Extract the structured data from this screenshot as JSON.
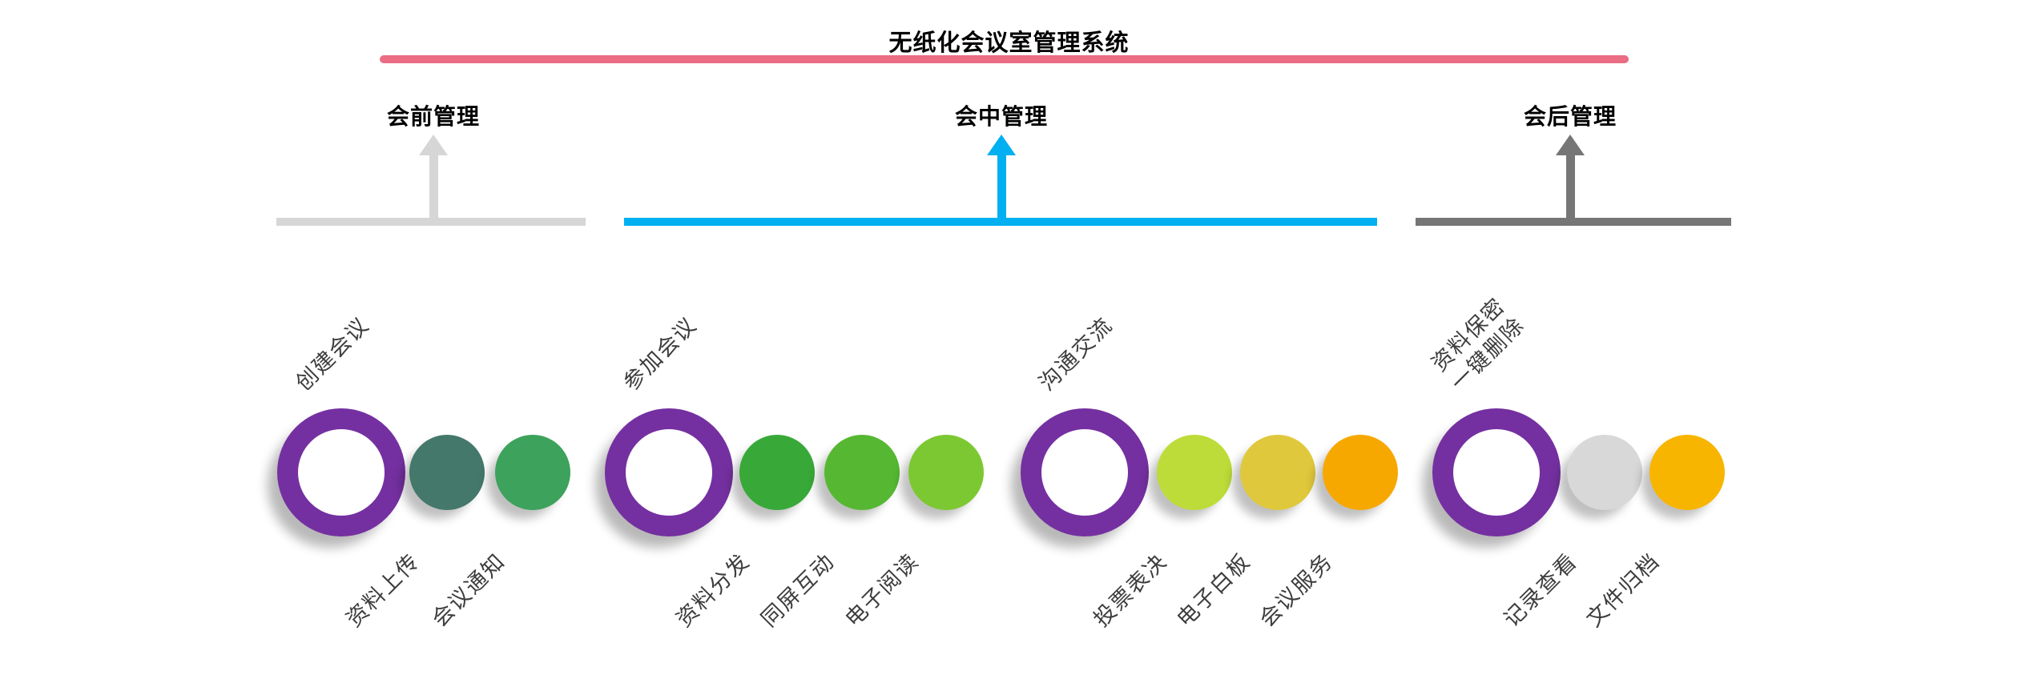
{
  "title": "无纸化会议室管理系统",
  "colors": {
    "title_line": "#ea6d84",
    "ring": "#7430a0"
  },
  "phases": [
    {
      "label": "会前管理",
      "color": "#d6d6d6"
    },
    {
      "label": "会中管理",
      "color": "#00b0f0"
    },
    {
      "label": "会后管理",
      "color": "#767676"
    }
  ],
  "groups": [
    {
      "main_lines": {
        "0": "创建会议"
      },
      "items": [
        {
          "label": "资料上传",
          "color": "#44786b"
        },
        {
          "label": "会议通知",
          "color": "#3da25c"
        }
      ]
    },
    {
      "main_lines": {
        "0": "参加会议"
      },
      "items": [
        {
          "label": "资料分发",
          "color": "#38a938"
        },
        {
          "label": "同屏互动",
          "color": "#56b832"
        },
        {
          "label": "电子阅读",
          "color": "#7cc832"
        }
      ]
    },
    {
      "main_lines": {
        "0": "沟通交流"
      },
      "items": [
        {
          "label": "投票表决",
          "color": "#bddc39"
        },
        {
          "label": "电子白板",
          "color": "#e0c83c"
        },
        {
          "label": "会议服务",
          "color": "#f7a800"
        }
      ]
    },
    {
      "main_lines": {
        "0": "资料保密",
        "1": "一键删除"
      },
      "items": [
        {
          "label": "记录查看",
          "color": "#d8d8d8"
        },
        {
          "label": "文件归档",
          "color": "#f8b500"
        }
      ]
    }
  ]
}
